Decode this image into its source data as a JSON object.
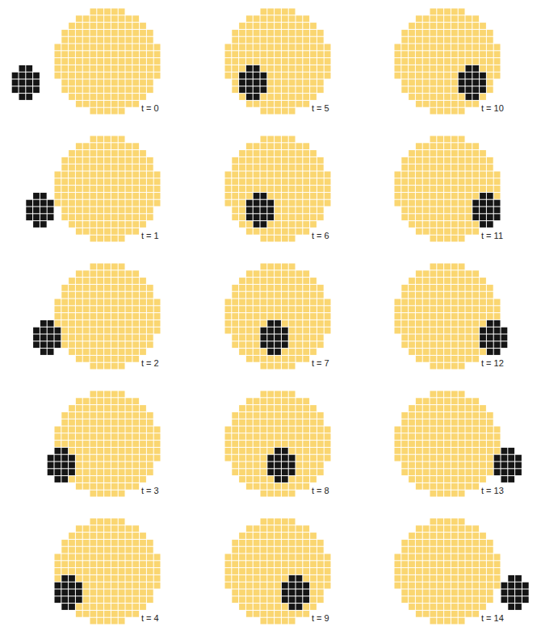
{
  "diagram": {
    "labels": [
      "t = 0",
      "t = 1",
      "t = 2",
      "t = 3",
      "t = 4",
      "t = 5",
      "t = 6",
      "t = 7",
      "t = 8",
      "t = 9",
      "t = 10",
      "t = 11",
      "t = 12",
      "t = 13",
      "t = 14"
    ]
  }
}
